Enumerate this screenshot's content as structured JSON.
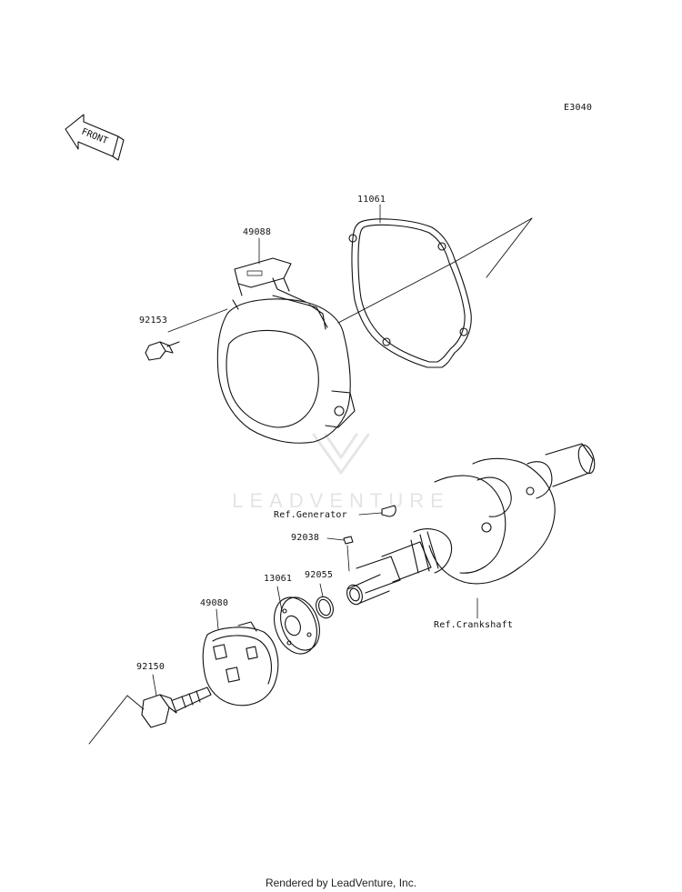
{
  "diagram_code": "E3040",
  "front_indicator": "FRONT",
  "watermark": "LEADVENTURE",
  "footer": "Rendered by LeadVenture, Inc.",
  "parts": {
    "p11061": "11061",
    "p49088": "49088",
    "p92153": "92153",
    "p92038": "92038",
    "p92055": "92055",
    "p13061": "13061",
    "p49080": "49080",
    "p92150": "92150"
  },
  "refs": {
    "generator": "Ref.Generator",
    "crankshaft": "Ref.Crankshaft"
  },
  "colors": {
    "line": "#111111",
    "watermark": "#e4e4e4"
  }
}
